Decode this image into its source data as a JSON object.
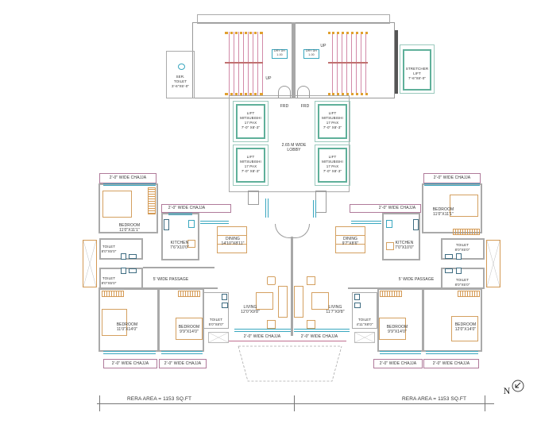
{
  "drawing": {
    "type": "typical floor plan",
    "north_label": "N",
    "rera_left": "RERA AREA = 1153 SQ.FT",
    "rera_right": "RERA AREA = 1153 SQ.FT"
  },
  "core": {
    "stair_left_label": "UP",
    "stair_right_label": "UP",
    "duct_left": "DRY DH\n1-00",
    "duct_right": "DRY DH\n1-00",
    "service_toilet": "SER.\nTOILET\n3'-6\"X5'-0\"",
    "stretcher_lift": "STRETCHER\nLIFT\n7'-6\"X8'-0\"",
    "frd_left": "FRD",
    "frd_right": "FRD",
    "lobby": "2.65 M WIDE\nLOBBY",
    "lifts": [
      {
        "label": "LIFT\nMITSUBISHI\n17 PAX\n7'-0\" X8'-3\""
      },
      {
        "label": "LIFT\nMITSUBISHI\n17 PAX\n7'-0\" X8'-3\""
      },
      {
        "label": "LIFT\nMITSUBISHI\n17 PAX\n7'-0\" X8'-3\""
      },
      {
        "label": "LIFT\nMITSUBISHI\n17 PAX\n7'-0\" X8'-3\""
      }
    ]
  },
  "left_flat": {
    "chajja_top_bedroom": "2'-0\" WIDE CHAJJA",
    "chajja_kitchen": "2'-0\" WIDE CHAJJA",
    "bedroom_top": "BEDROOM\n11'0\"X11'1\"",
    "kitchen": "KITCHEN\n7'6\"X10'0\"",
    "dining": "DINING\n14'10\"X8'11\"",
    "toilet_1": "TOILET\n8'0\"X5'0\"",
    "toilet_2": "TOILET\n8'0\"X5'0\"",
    "passage": "5' WIDE PASSAGE",
    "bedroom_bl": "BEDROOM\n11'0\"X14'0\"",
    "bedroom_bm": "BEDROOM\n9'9\"X14'0\"",
    "toilet_3": "TOILET\n5'0\"X8'0\"",
    "living": "LIVING\n12'0\"X9'8\"",
    "chajja_bottom_1": "2'-0\" WIDE CHAJJA",
    "chajja_bottom_2": "2'-0\" WIDE CHAJJA",
    "chajja_living": "2'-0\" WIDE CHAJJA"
  },
  "right_flat": {
    "chajja_top_bedroom": "2'-0\" WIDE CHAJJA",
    "chajja_kitchen": "2'-0\" WIDE CHAJJA",
    "bedroom_top": "BEDROOM\n11'0\"X11'1\"",
    "kitchen": "KITCHEN\n7'0\"X10'0\"",
    "dining": "DINING\n9'7\"X8'6\"",
    "toilet_1": "TOILET\n8'0\"X5'0\"",
    "toilet_2": "TOILET\n8'0\"X5'0\"",
    "toilet_kitchen": "TOILET\n8'0\"X5'0\"",
    "passage": "5' WIDE PASSAGE",
    "bedroom_bm": "BEDROOM\n9'9\"X14'0\"",
    "bedroom_br": "BEDROOM\n12'0\"X14'0\"",
    "toilet_3": "TOILET\n4'11\"X8'0\"",
    "living": "LIVING\n11'7\"X9'8\"",
    "chajja_bottom_1": "2'-0\" WIDE CHAJJA",
    "chajja_bottom_2": "2'-0\" WIDE CHAJJA",
    "chajja_living": "2'-0\" WIDE CHAJJA"
  },
  "colors": {
    "wall": "#a8a8a8",
    "glazing": "#39a7bf",
    "chajja": "#b07a9a",
    "furniture": "#d4a060",
    "lift": "#5fb09a",
    "stair_riser": "#d28aa8"
  }
}
